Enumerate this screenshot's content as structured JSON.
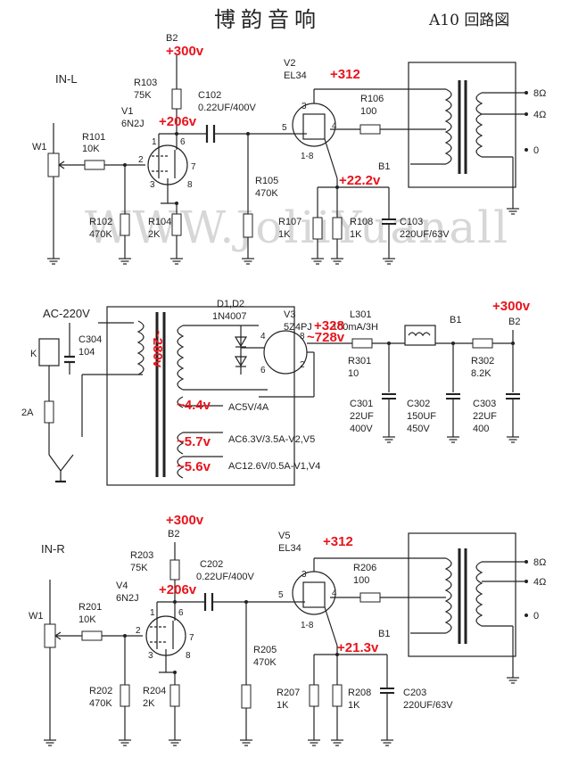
{
  "header": {
    "title": "博韵音响",
    "subtitle": "A10 回路図"
  },
  "watermark": "WWW.JoliiYuanall",
  "stage_left": {
    "input_label": "IN-L",
    "w1": "W1",
    "r101_name": "R101",
    "r101_val": "10K",
    "r102_name": "R102",
    "r102_val": "470K",
    "r103_name": "R103",
    "r103_val": "75K",
    "r104_name": "R104",
    "r104_val": "2K",
    "b2": "B2",
    "v1_name": "V1",
    "v1_type": "6N2J",
    "c102_name": "C102",
    "c102_val": "0.22UF/400V",
    "r105_name": "R105",
    "r105_val": "470K",
    "v2_name": "V2",
    "v2_type": "EL34",
    "r106_name": "R106",
    "r106_val": "100",
    "r107_name": "R107",
    "r107_val": "1K",
    "r108_name": "R108",
    "r108_val": "1K",
    "c103_name": "C103",
    "c103_val": "220UF/63V",
    "heater": "1-8",
    "b1": "B1",
    "pin1": "1",
    "pin2": "2",
    "pin3": "3",
    "pin4": "4",
    "pin5": "5",
    "pin6": "6",
    "pin7": "7",
    "pin8": "8",
    "tap8": "8Ω",
    "tap4": "4Ω",
    "tap0": "0",
    "v_300": "+300v",
    "v_206": "+206v",
    "v_312": "+312",
    "v_cathode": "+22.2v"
  },
  "power_supply": {
    "ac_label": "AC-220V",
    "switch": "K",
    "c304_name": "C304",
    "c304_val": "104",
    "fuse": "2A",
    "diodes_name": "D1,D2",
    "diodes_type": "1N4007",
    "v3_name": "V3",
    "v3_type": "5Z4PJ",
    "pin2": "2",
    "pin4": "4",
    "pin6": "6",
    "pin8": "8",
    "l301_name": "L301",
    "l301_val": "100mA/3H",
    "r301_name": "R301",
    "r301_val": "10",
    "c301_name": "C301",
    "c301_val1": "22UF",
    "c301_val2": "400V",
    "c302_name": "C302",
    "c302_val1": "150UF",
    "c302_val2": "450V",
    "r302_name": "R302",
    "r302_val": "8.2K",
    "c303_name": "C303",
    "c303_val1": "22UF",
    "c303_val2": "400",
    "b1": "B1",
    "b2": "B2",
    "ac5v": "AC5V/4A",
    "ac63v": "AC6.3V/3.5A-V2,V5",
    "ac126v": "AC12.6V/0.5A-V1,V4",
    "v_280": "~280v",
    "v_328": "+328",
    "v_728": "~728v",
    "v_44": "~4.4v",
    "v_57": "~5.7v",
    "v_56": "~5.6v",
    "v_300": "+300v"
  },
  "stage_right": {
    "input_label": "IN-R",
    "w1": "W1",
    "r201_name": "R201",
    "r201_val": "10K",
    "r202_name": "R202",
    "r202_val": "470K",
    "r203_name": "R203",
    "r203_val": "75K",
    "r204_name": "R204",
    "r204_val": "2K",
    "b2": "B2",
    "v4_name": "V4",
    "v4_type": "6N2J",
    "c202_name": "C202",
    "c202_val": "0.22UF/400V",
    "r205_name": "R205",
    "r205_val": "470K",
    "v5_name": "V5",
    "v5_type": "EL34",
    "r206_name": "R206",
    "r206_val": "100",
    "r207_name": "R207",
    "r207_val": "1K",
    "r208_name": "R208",
    "r208_val": "1K",
    "c203_name": "C203",
    "c203_val": "220UF/63V",
    "heater": "1-8",
    "b1": "B1",
    "pin1": "1",
    "pin2": "2",
    "pin3": "3",
    "pin4": "4",
    "pin5": "5",
    "pin6": "6",
    "pin7": "7",
    "pin8": "8",
    "tap8": "8Ω",
    "tap4": "4Ω",
    "tap0": "0",
    "v_300": "+300v",
    "v_206": "+206v",
    "v_312": "+312",
    "v_cathode": "+21.3v"
  }
}
